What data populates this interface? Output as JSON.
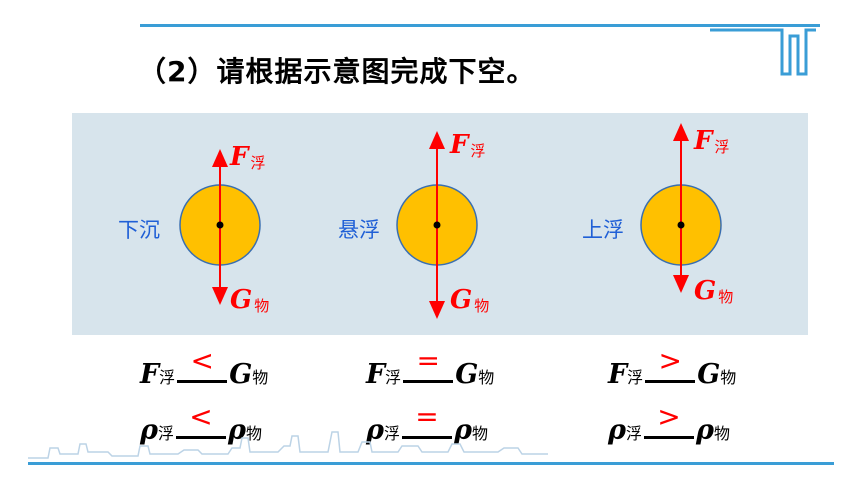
{
  "title": "（2）请根据示意图完成下空。",
  "diagrams": [
    {
      "label": "下沉",
      "up_force": "F",
      "up_sub": "浮",
      "down_force": "G",
      "down_sub": "物"
    },
    {
      "label": "悬浮",
      "up_force": "F",
      "up_sub": "浮",
      "down_force": "G",
      "down_sub": "物"
    },
    {
      "label": "上浮",
      "up_force": "F",
      "up_sub": "浮",
      "down_force": "G",
      "down_sub": "物"
    }
  ],
  "force_row": [
    {
      "left": "F",
      "left_sub": "浮",
      "answer": "<",
      "right": "G",
      "right_sub": "物"
    },
    {
      "left": "F",
      "left_sub": "浮",
      "answer": "=",
      "right": "G",
      "right_sub": "物"
    },
    {
      "left": "F",
      "left_sub": "浮",
      "answer": ">",
      "right": "G",
      "right_sub": "物"
    }
  ],
  "density_row": [
    {
      "left": "ρ",
      "left_sub": "浮",
      "answer": "<",
      "right": "ρ",
      "right_sub": "物"
    },
    {
      "left": "ρ",
      "left_sub": "浮",
      "answer": "=",
      "right": "ρ",
      "right_sub": "物"
    },
    {
      "left": "ρ",
      "left_sub": "浮",
      "answer": ">",
      "right": "ρ",
      "right_sub": "物"
    }
  ],
  "colors": {
    "accent_line": "#3a9dd6",
    "panel": "#d7e4ec",
    "ball": "#ffc000",
    "arrow": "#ff0000",
    "label": "#1f5fd6"
  }
}
